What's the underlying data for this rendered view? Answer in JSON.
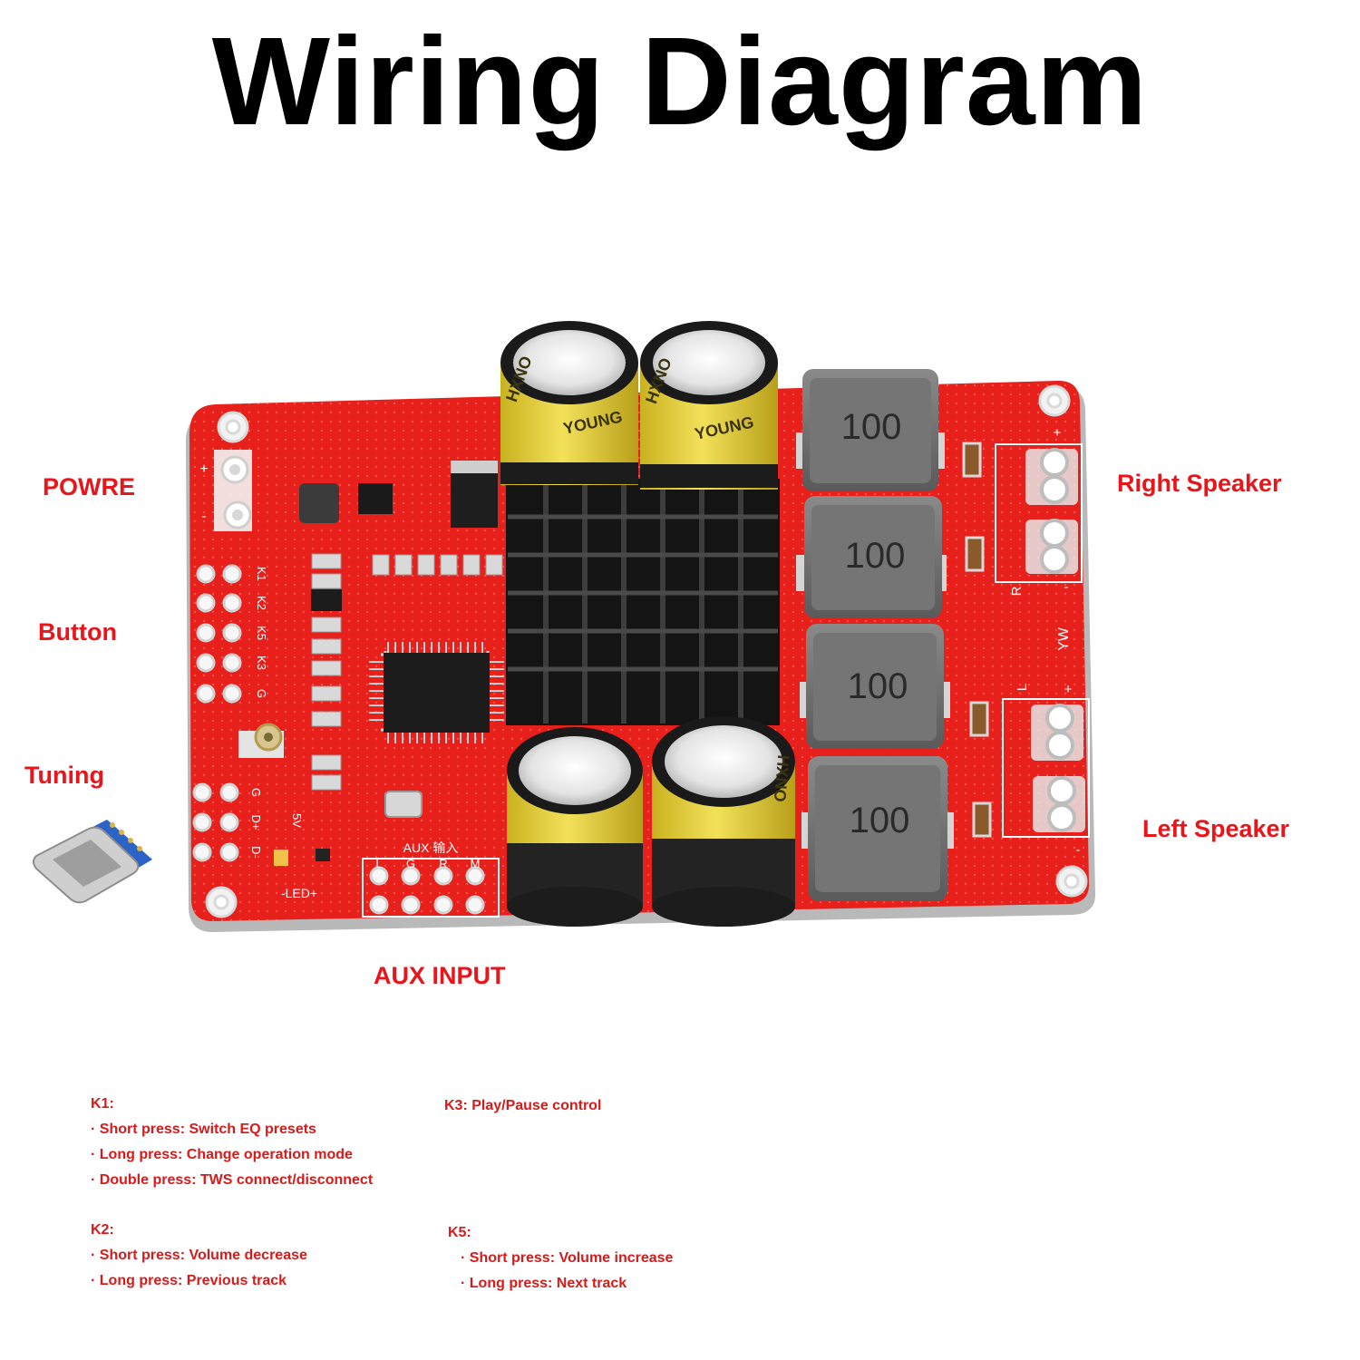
{
  "title": "Wiring Diagram",
  "labels": {
    "power": "POWRE",
    "button": "Button",
    "tuning": "Tuning",
    "aux": "AUX INPUT",
    "right_speaker": "Right Speaker",
    "left_speaker": "Left Speaker"
  },
  "board": {
    "inductor_marking": "100",
    "capacitor_brand": "HXNO",
    "capacitor_series": "YOUNG",
    "aux_header": "AUX 输入",
    "aux_pins": [
      "L",
      "G",
      "R",
      "M"
    ],
    "button_pins": [
      "K1",
      "K2",
      "K5",
      "K3",
      "G"
    ],
    "tuning_pins": [
      "G",
      "D+",
      "D-"
    ],
    "led_label": "-LED+",
    "five_v": "5V",
    "silk_yw": "YW",
    "silk_r": "R",
    "silk_l": "L",
    "plus": "+",
    "minus": "-"
  },
  "notes": {
    "k1": {
      "title": "K1:",
      "lines": [
        "· Short press: Switch EQ presets",
        "· Long press: Change operation mode",
        "· Double press: TWS connect/disconnect"
      ]
    },
    "k2": {
      "title": "K2:",
      "lines": [
        "· Short press: Volume decrease",
        "· Long press: Previous track"
      ]
    },
    "k3": {
      "title": "K3: Play/Pause control"
    },
    "k5": {
      "title": "K5:",
      "lines": [
        "· Short press: Volume increase",
        "· Long press: Next track"
      ]
    }
  },
  "colors": {
    "pcb": "#e8201c",
    "label_red": "#e8161b",
    "heatsink": "#111111",
    "capacitor": "#e9d23a"
  }
}
